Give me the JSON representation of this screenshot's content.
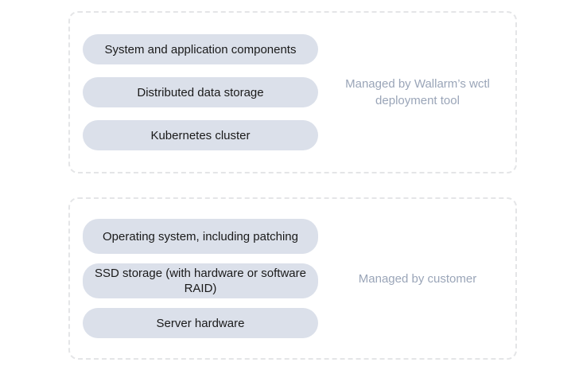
{
  "diagram": {
    "type": "responsibility-split",
    "background_color": "#ffffff",
    "pill_color": "#dbe0ea",
    "pill_text_color": "#1a1a1a",
    "caption_color": "#9aa5b8",
    "border_color": "#e4e5e7",
    "groups": [
      {
        "id": "wallarm-managed",
        "items": [
          "System and application components",
          "Distributed data storage",
          "Kubernetes cluster"
        ],
        "caption_lines": [
          "Managed by Wallarm’s",
          "wctl deployment tool"
        ]
      },
      {
        "id": "customer-managed",
        "items": [
          "Operating system, including patching",
          "SSD storage (with hardware or software RAID)",
          "Server hardware"
        ],
        "caption_lines": [
          "Managed by customer"
        ]
      }
    ]
  }
}
